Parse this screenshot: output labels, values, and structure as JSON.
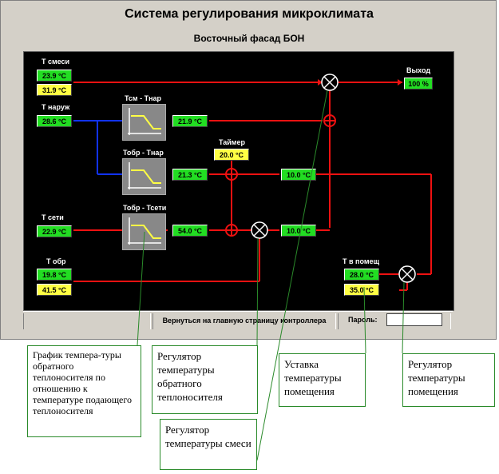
{
  "window": {
    "title": "Система регулирования микроклимата",
    "subtitle": "Восточный фасад БОН"
  },
  "inputs": {
    "t_mix_label": "Т смеси",
    "t_mix_value": "23.9 °C",
    "t_mix_setpoint": "31.9 °C",
    "t_out_label": "Т наруж",
    "t_out_value": "28.6 °C",
    "t_net_label": "Т сети",
    "t_net_value": "22.9 °C",
    "t_ret_label": "Т обр",
    "t_ret_value": "19.8 °C",
    "t_ret_setpoint": "41.5 °C"
  },
  "graphs": {
    "g1_label": "Тсм - Тнар",
    "g1_value": "21.9 °C",
    "g2_label": "Тобр - Тнар",
    "g2_value": "21.3 °C",
    "g3_label": "Тобр - Тсети",
    "g3_value": "54.0 °C"
  },
  "timer": {
    "label": "Таймер",
    "value": "20.0 °C"
  },
  "mid": {
    "v1": "10.0 °C",
    "v2": "10.0 °C"
  },
  "output": {
    "label": "Выход",
    "value": "100 %"
  },
  "room": {
    "label": "Т в помещ",
    "value": "28.0 °C",
    "setpoint": "35.0 °C"
  },
  "statusbar": {
    "back_label": "Вернуться на главную страницу контроллера",
    "password_label": "Пароль:",
    "password_value": ""
  },
  "annotations": {
    "a1": "График темпера-туры обратного теплоносителя по отношению к температуре подающего теплоносителя",
    "a2": "Регулятор температуры обратного теплоносителя",
    "a3": "Уставка температуры помещения",
    "a4": "Регулятор температуры помещения",
    "a5": "Регулятор температуры смеси"
  },
  "colors": {
    "panel": "#000000",
    "green": "#22dd22",
    "yellow": "#ffff44",
    "line_red": "#ee1111",
    "line_blue": "#1133ff"
  }
}
